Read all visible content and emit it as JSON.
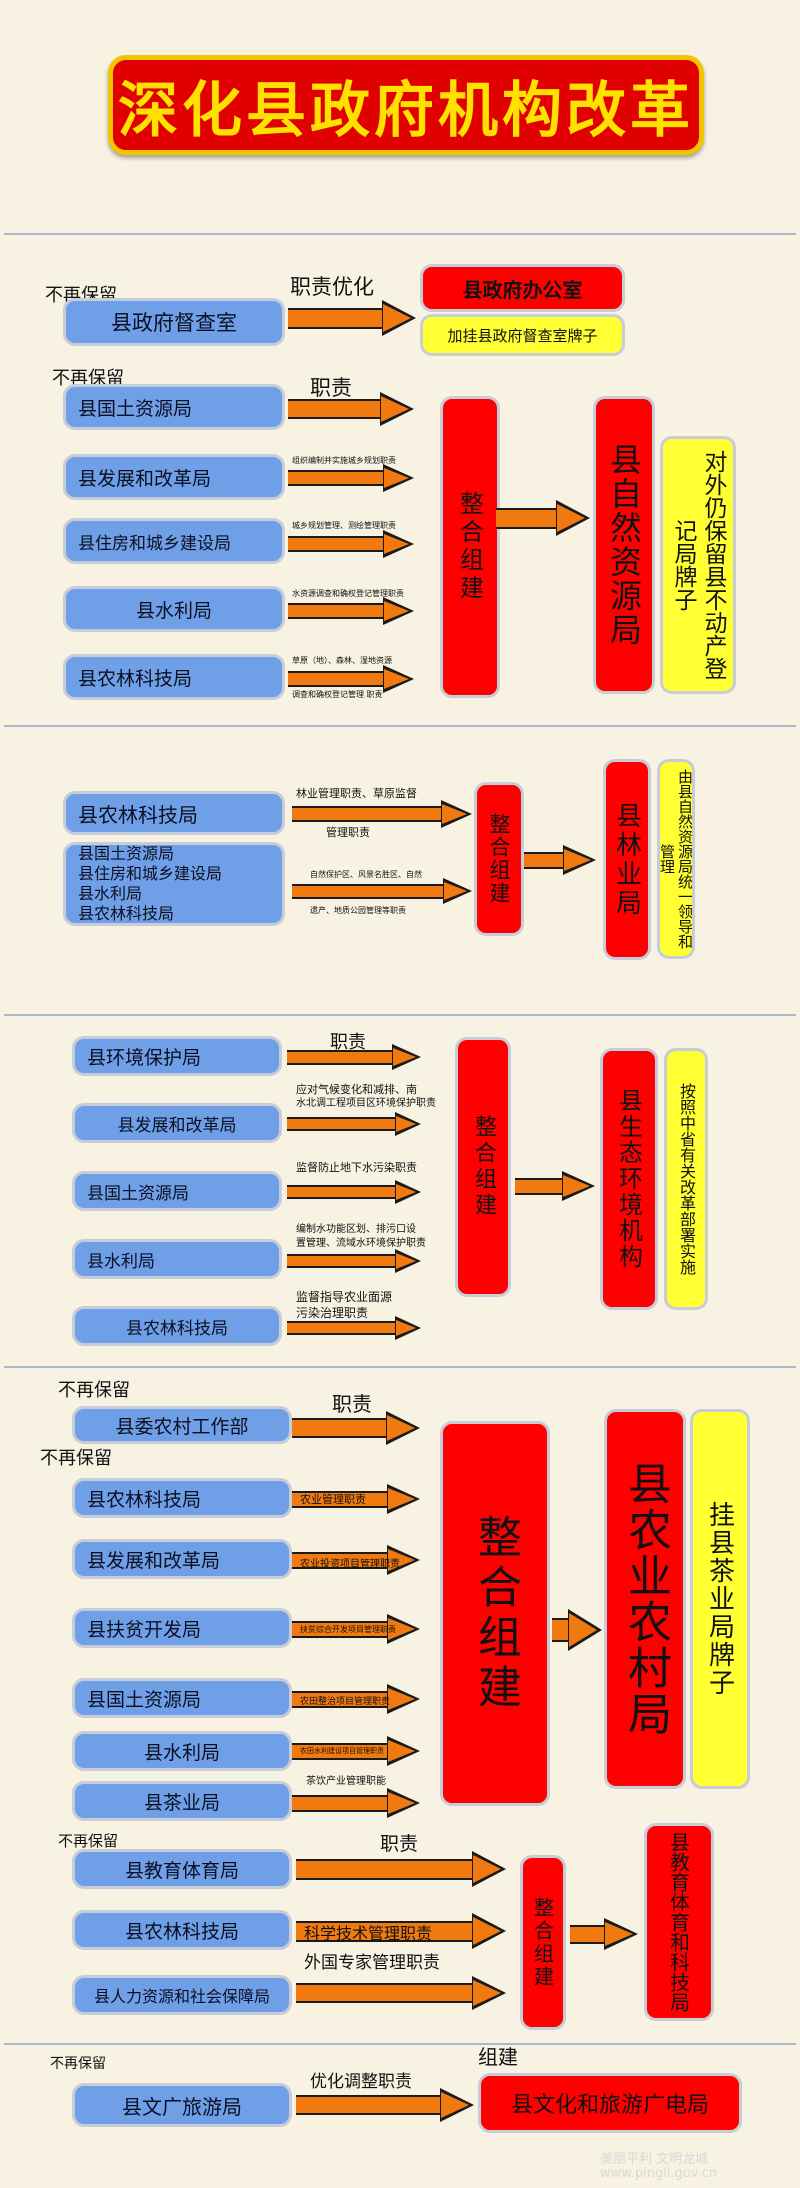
{
  "title": "深化县政府机构改革",
  "s1": {
    "tag": "不再保留",
    "box": "县政府督查室",
    "arrow_label": "职责优化",
    "out_main": "县政府办公室",
    "out_sub": "加挂县政府督查室牌子"
  },
  "s2": {
    "tag": "不再保留",
    "boxes": [
      "县国土资源局",
      "县发展和改革局",
      "县住房和城乡建设局",
      "县水利局",
      "县农林科技局"
    ],
    "arrow_labels": [
      "职责",
      "",
      "",
      "",
      ""
    ],
    "small_labels": [
      "",
      "组织编制并实施城乡规划职责",
      "城乡规划管理、测绘管理职责",
      "水资源调查和确权登记管理职责",
      "草原（地）、森林、湿地资源"
    ],
    "small_label_2": "调查和确权登记管理 职责",
    "merge": "整合组建",
    "out_main": "县自然资源局",
    "out_note": "对外仍保留县不动产登记局牌子"
  },
  "s3": {
    "box1": "县农林科技局",
    "box2_lines": [
      "县国土资源局",
      "县住房和城乡建设局",
      "县水利局",
      "县农林科技局"
    ],
    "label1a": "林业管理职责、草原监督",
    "label1b": "管理职责",
    "label2a": "自然保护区、风景名胜区、自然",
    "label2b": "遗产、地质公园管理等职责",
    "merge": "整合组建",
    "out_main": "县林业局",
    "out_note": "由县自然资源局统一领导和管理"
  },
  "s4": {
    "boxes": [
      "县环境保护局",
      "县发展和改革局",
      "县国土资源局",
      "县水利局",
      "县农林科技局"
    ],
    "label0": "职责",
    "label1a": "应对气候变化和减排、南",
    "label1b": "水北调工程项目区环境保护职责",
    "label2": "监督防止地下水污染职责",
    "label3a": "编制水功能区划、排污口设",
    "label3b": "置管理、流域水环境保护职责",
    "label4a": "监督指导农业面源",
    "label4b": "污染治理职责",
    "merge": "整合组建",
    "out_main": "县生态环境机构",
    "out_note": "按照中省有关改革部署实施"
  },
  "s5": {
    "tag1": "不再保留",
    "tag2": "不再保留",
    "boxes": [
      "县委农村工作部",
      "县农林科技局",
      "县发展和改革局",
      "县扶贫开发局",
      "县国土资源局",
      "县水利局",
      "县茶业局"
    ],
    "label0": "职责",
    "inner_labels": [
      "农业管理职责",
      "农业投资项目管理职责",
      "扶贫综合开发项目管理职责",
      "农田整治项目管理职责",
      "农田水利建设项目管理职责"
    ],
    "label6": "茶饮产业管理职能",
    "merge": "整合组建",
    "out_main": "县农业农村局",
    "out_note": "挂县茶业局牌子"
  },
  "s6": {
    "tag": "不再保留",
    "boxes": [
      "县教育体育局",
      "县农林科技局",
      "县人力资源和社会保障局"
    ],
    "label0": "职责",
    "label1": "科学技术管理职责",
    "label2": "外国专家管理职责",
    "merge": "整合组建",
    "out_main": "县教育体育和科技局"
  },
  "s7": {
    "tag": "不再保留",
    "box": "县文广旅游局",
    "arrow_label": "优化调整职责",
    "top_label": "组建",
    "out_main": "县文化和旅游广电局"
  },
  "watermark": "美丽平利 文明龙城",
  "watermark_url": "www.pingli.gov.cn",
  "colors": {
    "banner": "#e10000",
    "banner_text": "#ffe100",
    "blue": "#6f9fe6",
    "red": "#ff0000",
    "yellow": "#ffff33",
    "arrow": "#f07a10"
  }
}
